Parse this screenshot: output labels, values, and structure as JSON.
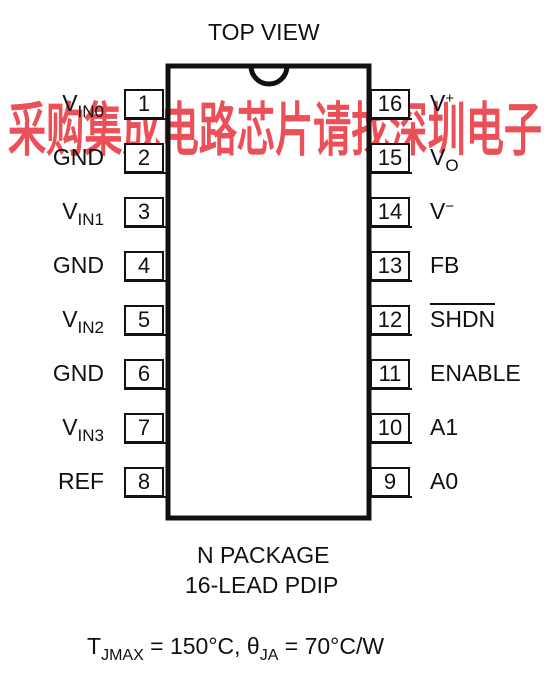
{
  "title": "TOP VIEW",
  "package": {
    "line1": "N PACKAGE",
    "line2": "16-LEAD PDIP"
  },
  "thermal": {
    "tjmax_prefix": "T",
    "tjmax_sub": "JMAX",
    "tjmax_value": " = 150°C, ",
    "theta_prefix": "θ",
    "theta_sub": "JA",
    "theta_value": " = 70°C/W"
  },
  "watermark": "采购集成电路芯片请找深圳电子",
  "watermark_color": "#e8303a",
  "pins_left": [
    {
      "num": "1",
      "name": "V",
      "sub": "IN0"
    },
    {
      "num": "2",
      "name": "GND",
      "sub": ""
    },
    {
      "num": "3",
      "name": "V",
      "sub": "IN1"
    },
    {
      "num": "4",
      "name": "GND",
      "sub": ""
    },
    {
      "num": "5",
      "name": "V",
      "sub": "IN2"
    },
    {
      "num": "6",
      "name": "GND",
      "sub": ""
    },
    {
      "num": "7",
      "name": "V",
      "sub": "IN3"
    },
    {
      "num": "8",
      "name": "REF",
      "sub": ""
    }
  ],
  "pins_right": [
    {
      "num": "16",
      "name": "V",
      "sup": "+",
      "sub": ""
    },
    {
      "num": "15",
      "name": "V",
      "sup": "",
      "sub": "O"
    },
    {
      "num": "14",
      "name": "V",
      "sup": "−",
      "sub": ""
    },
    {
      "num": "13",
      "name": "FB",
      "sup": "",
      "sub": ""
    },
    {
      "num": "12",
      "name": "SHDN",
      "sup": "",
      "sub": "",
      "overline": true
    },
    {
      "num": "11",
      "name": "ENABLE",
      "sup": "",
      "sub": ""
    },
    {
      "num": "10",
      "name": "A1",
      "sup": "",
      "sub": ""
    },
    {
      "num": "9",
      "name": "A0",
      "sup": "",
      "sub": ""
    }
  ]
}
